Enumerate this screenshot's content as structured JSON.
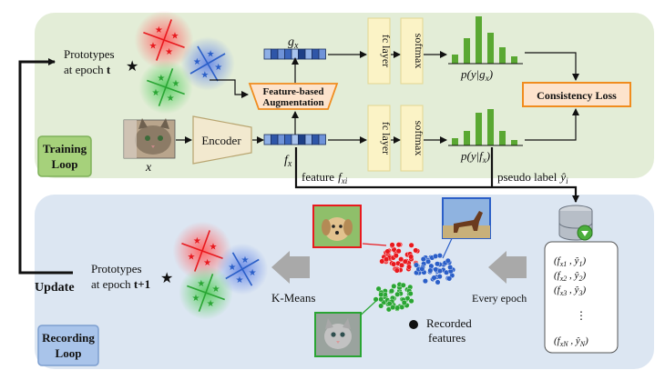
{
  "training": {
    "loop_label_1": "Training",
    "loop_label_2": "Loop",
    "prototypes_line1": "Prototypes",
    "prototypes_line2_prefix": "at epoch ",
    "prototypes_line2_var": "t",
    "input_label": "x",
    "encoder_label": "Encoder",
    "fx_label": "f",
    "fx_sub": "x",
    "gx_label": "g",
    "gx_sub": "x",
    "aug_line1": "Feature-based",
    "aug_line2": "Augmentation",
    "fc_label": "fc layer",
    "softmax_label": "softmax",
    "py_g_label": "p(y|g",
    "py_f_label": "p(y|f",
    "consistency_label": "Consistency Loss",
    "feature_label": "feature",
    "feature_var": "f",
    "feature_sub": "xi",
    "pseudo_label": "pseudo label",
    "pseudo_var": "ŷ",
    "pseudo_sub": "i"
  },
  "recording": {
    "loop_label_1": "Recording",
    "loop_label_2": "Loop",
    "update_label": "Update",
    "prototypes_line1": "Prototypes",
    "prototypes_line2_prefix": "at epoch ",
    "prototypes_line2_var": "t+1",
    "kmeans_label": "K-Means",
    "every_epoch_label": "Every epoch",
    "recorded_line1": "Recorded",
    "recorded_line2": "features",
    "memory_rows": [
      "(f",
      "(f",
      "(f",
      "(f"
    ],
    "memory_subs": [
      "x1",
      "x2",
      "x3",
      "xN"
    ],
    "memory_y": [
      "ŷ",
      "ŷ",
      "ŷ",
      "ŷ"
    ],
    "memory_ysubs": [
      "1",
      "2",
      "3",
      "N"
    ]
  },
  "colors": {
    "training_bg": "#e3edd7",
    "recording_bg": "#dce6f2",
    "red": "#e8191e",
    "blue": "#2b5fc8",
    "green": "#2aa534",
    "orange": "#f08c1e",
    "bar_green": "#5aa832",
    "loop_green": "#a6d17b",
    "loop_blue": "#a9c4ea"
  }
}
